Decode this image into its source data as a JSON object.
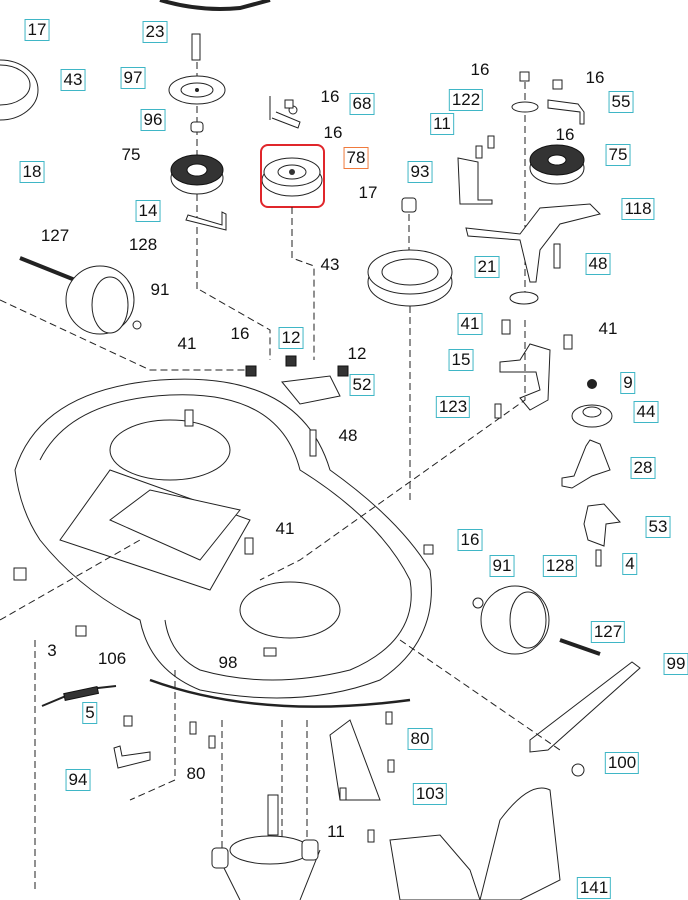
{
  "diagram": {
    "title": "Mower deck exploded parts diagram",
    "highlight_color": "#e0262b",
    "label_box_color": "#3fb6c6",
    "selected_label_color": "#f07a3c",
    "selected_part": "78"
  },
  "labels": [
    "17",
    "23",
    "43",
    "97",
    "96",
    "75",
    "18",
    "14",
    "127",
    "128",
    "91",
    "16",
    "68",
    "16",
    "78",
    "17",
    "43",
    "16",
    "122",
    "16",
    "55",
    "11",
    "16",
    "75",
    "93",
    "118",
    "21",
    "48",
    "41",
    "16",
    "12",
    "12",
    "52",
    "48",
    "41",
    "41",
    "15",
    "123",
    "9",
    "44",
    "28",
    "41",
    "16",
    "91",
    "128",
    "53",
    "4",
    "3",
    "106",
    "98",
    "127",
    "99",
    "5",
    "94",
    "80",
    "80",
    "100",
    "103",
    "11",
    "141"
  ]
}
